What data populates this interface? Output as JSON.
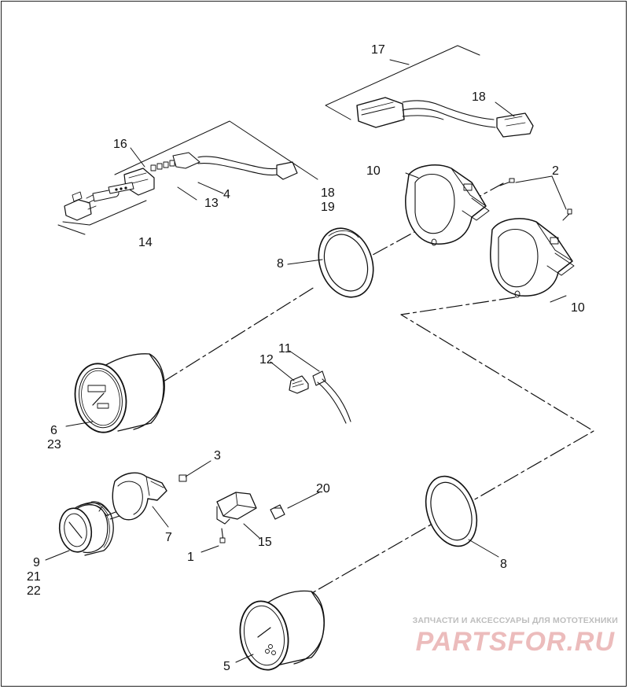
{
  "callouts": {
    "c1": "1",
    "c2": "2",
    "c3": "3",
    "c4": "4",
    "c5": "5",
    "c6": "6",
    "c7": "7",
    "c8a": "8",
    "c8b": "8",
    "c9": "9",
    "c10a": "10",
    "c10b": "10",
    "c11": "11",
    "c12": "12",
    "c13": "13",
    "c14": "14",
    "c15": "15",
    "c16": "16",
    "c17": "17",
    "c18a": "18",
    "c18b": "18",
    "c19": "19",
    "c20": "20",
    "c21": "21",
    "c22": "22",
    "c23": "23"
  },
  "watermark": {
    "tagline": "ЗАПЧАСТИ И АКСЕССУАРЫ ДЛЯ МОТОТЕХНИКИ",
    "logo": "PARTSFOR.RU"
  }
}
